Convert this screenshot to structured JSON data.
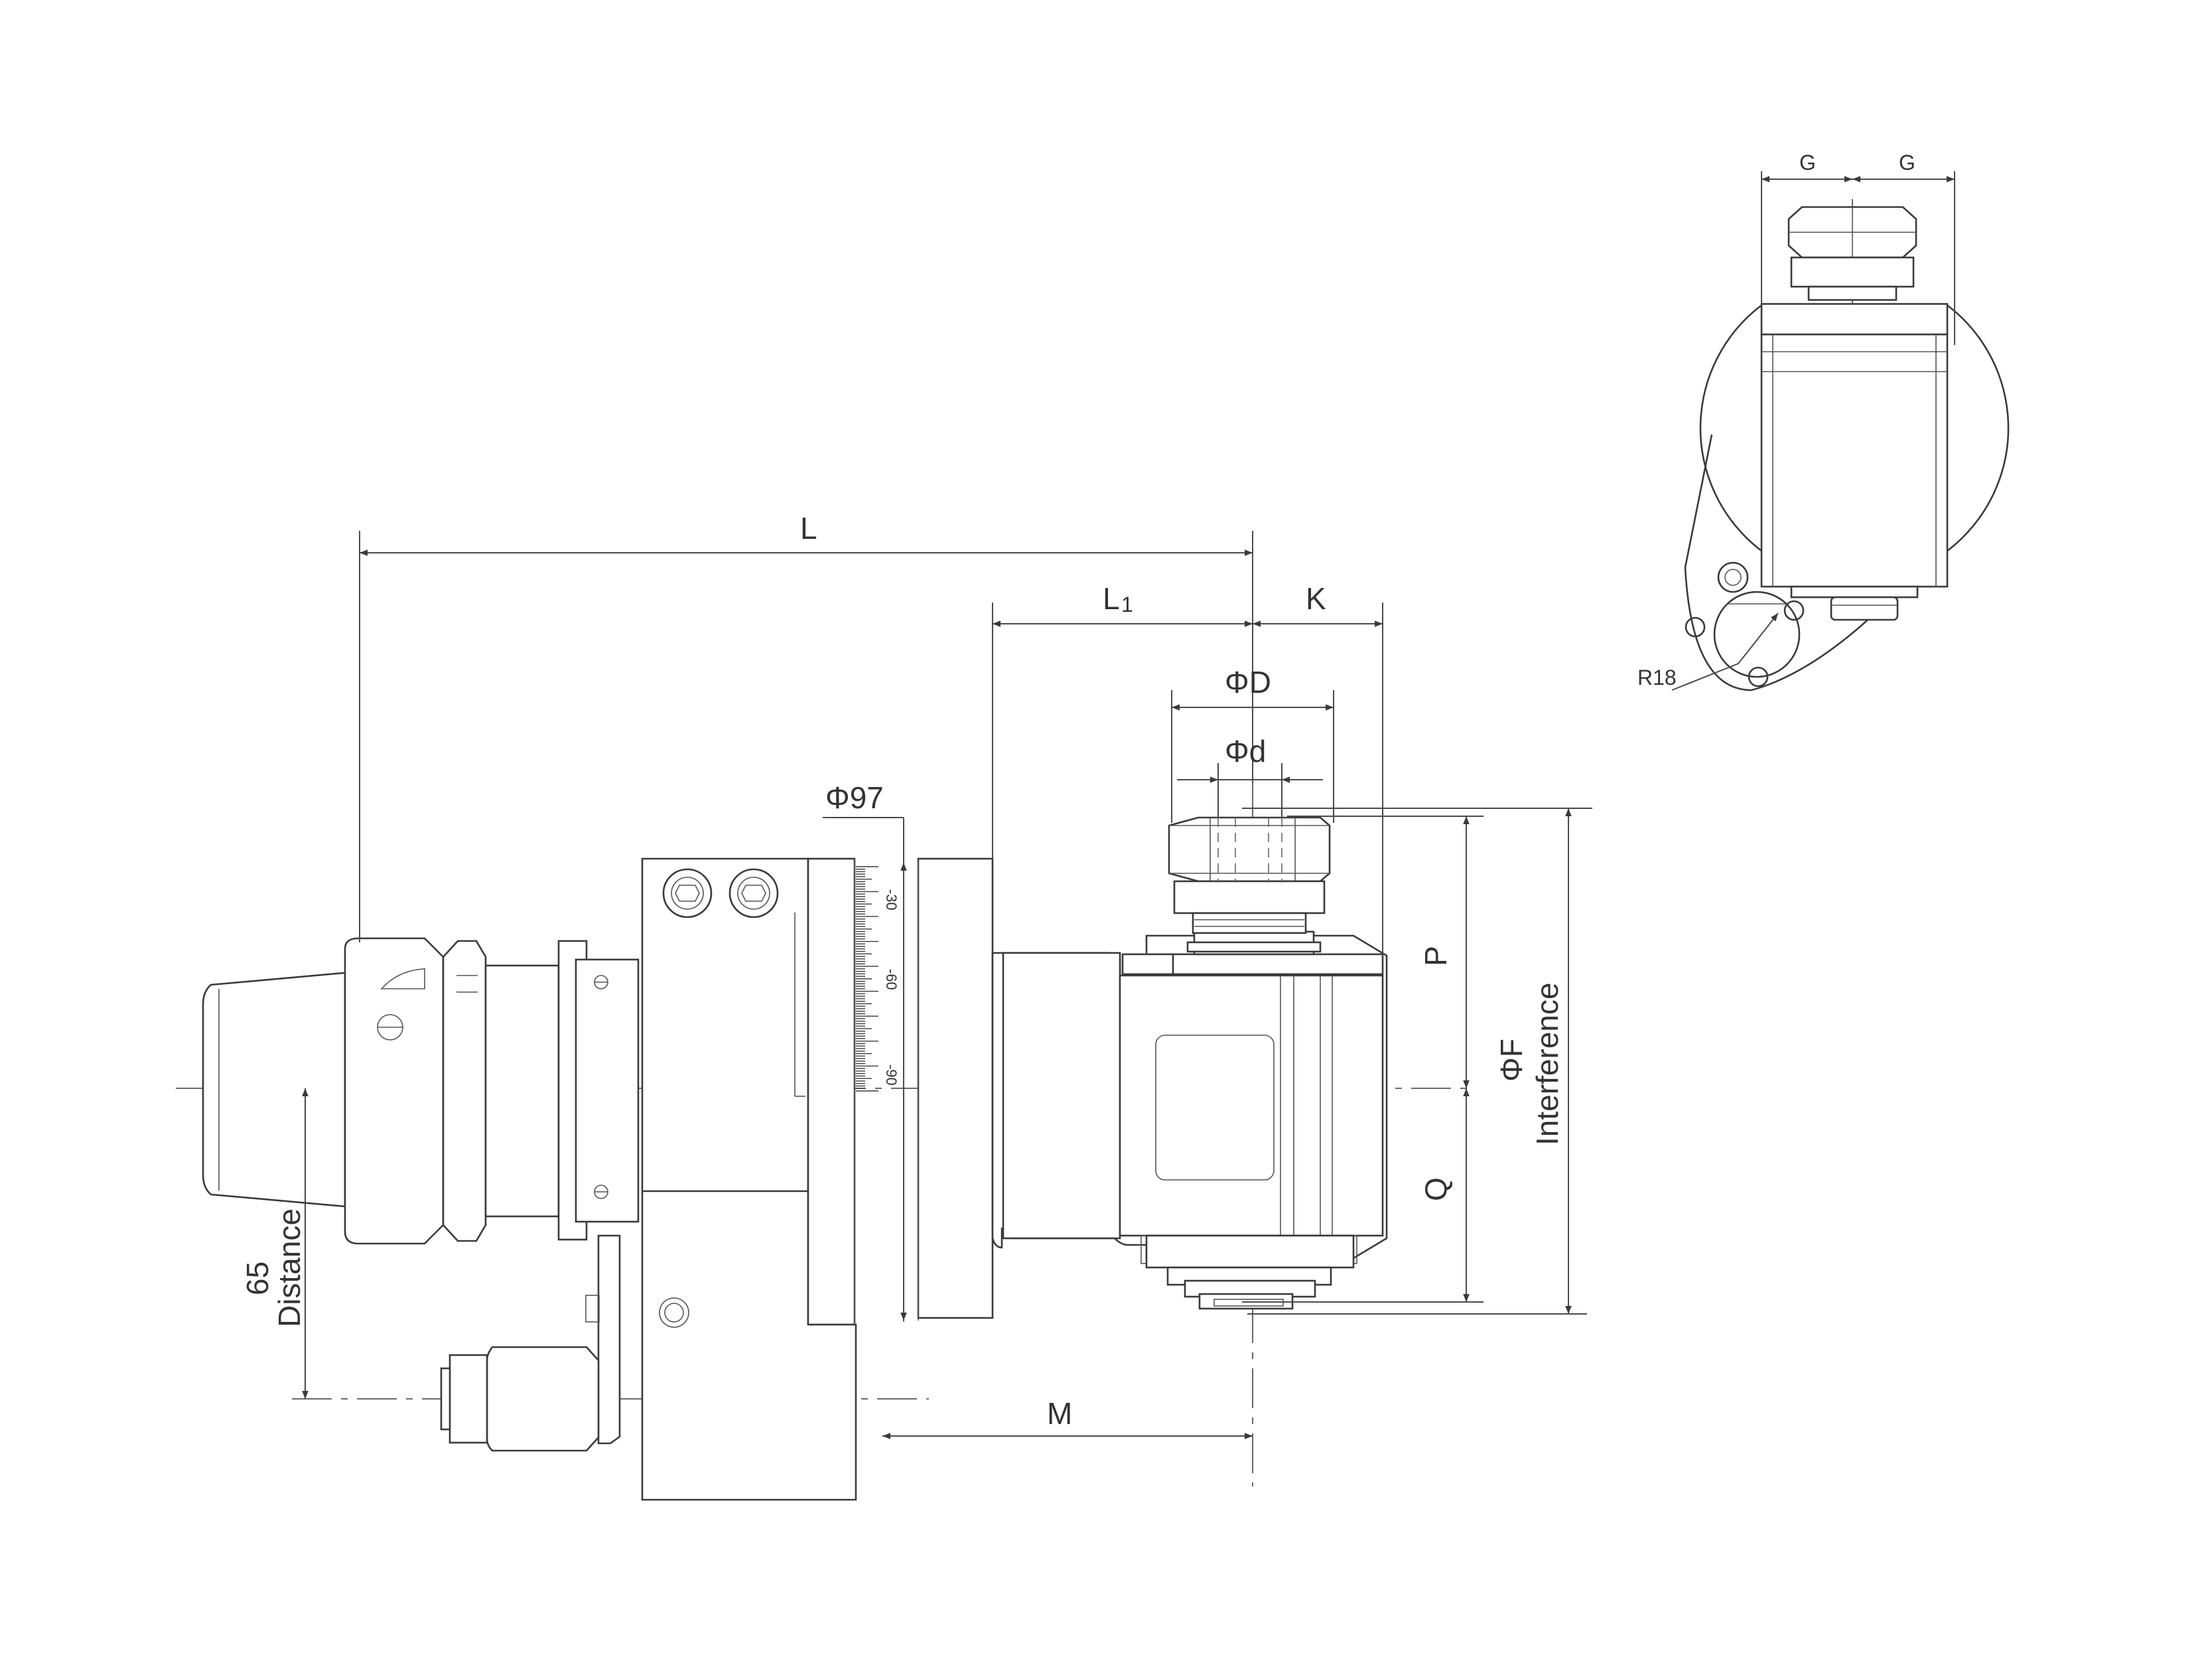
{
  "labels": {
    "L": "L",
    "L1_main": "L",
    "L1_sub": "1",
    "K": "K",
    "phiD": "ΦD",
    "phid": "Φd",
    "phi97": "Φ97",
    "P": "P",
    "Q": "Q",
    "phiF": "ΦF",
    "interference": "Interference",
    "M": "M",
    "distance_value": "65",
    "distance": "Distance",
    "G_left": "G",
    "G_right": "G",
    "R18": "R18"
  },
  "scale_ticks": [
    "-30",
    "-60",
    "-90"
  ]
}
